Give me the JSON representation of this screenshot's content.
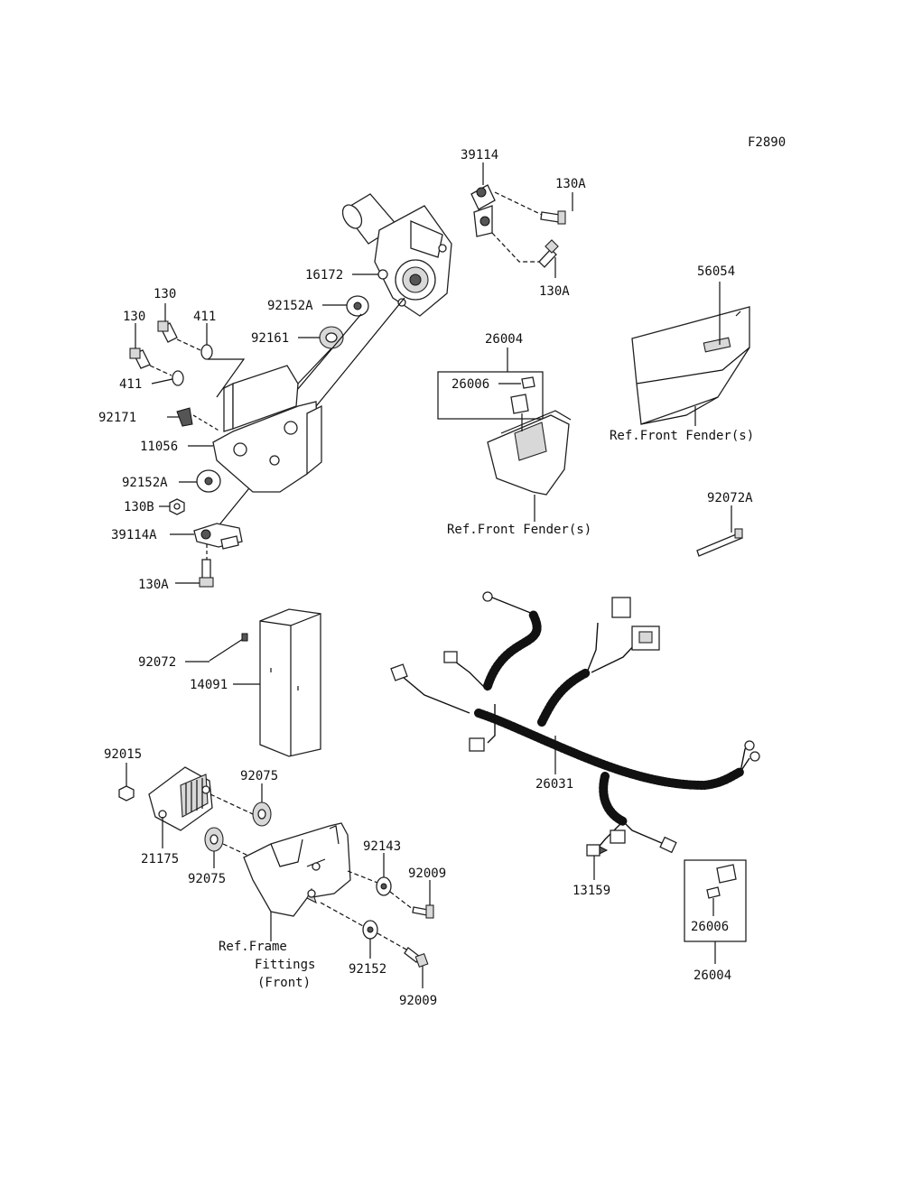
{
  "figure_code": "F2890",
  "part_labels": {
    "p39114": "39114",
    "p130A_top": "130A",
    "p130A_mid": "130A",
    "p16172": "16172",
    "p92152A_top": "92152A",
    "p92161": "92161",
    "p130_a": "130",
    "p130_b": "130",
    "p411_a": "411",
    "p411_b": "411",
    "p92171": "92171",
    "p11056": "11056",
    "p92152A_bot": "92152A",
    "p130B": "130B",
    "p39114A": "39114A",
    "p130A_bot": "130A",
    "p56054": "56054",
    "p26004_top": "26004",
    "p26006_top": "26006",
    "p92072A": "92072A",
    "p92072": "92072",
    "p14091": "14091",
    "p26031": "26031",
    "p92015": "92015",
    "p92075_a": "92075",
    "p21175": "21175",
    "p92075_b": "92075",
    "p92143": "92143",
    "p92009_a": "92009",
    "p92152": "92152",
    "p92009_b": "92009",
    "p13159": "13159",
    "p26006_bot": "26006",
    "p26004_bot": "26004"
  },
  "reference_labels": {
    "front_fender_a": "Ref.Front Fender(s)",
    "front_fender_b": "Ref.Front Fender(s)",
    "frame_fittings_l1": "Ref.Frame",
    "frame_fittings_l2": "Fittings",
    "frame_fittings_l3": "(Front)"
  }
}
